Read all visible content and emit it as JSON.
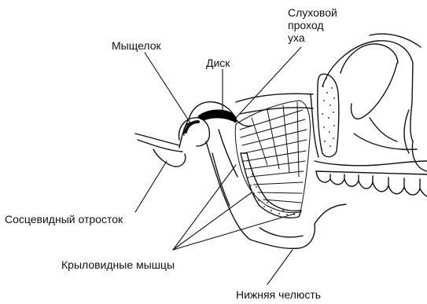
{
  "diagram": {
    "labels": {
      "condyle": "Мыщелок",
      "disc": "Диск",
      "ear_canal_line1": "Слуховой",
      "ear_canal_line2": "проход",
      "ear_canal_line3": "уха",
      "mastoid": "Сосцевидный отросток",
      "pterygoid": "Крыловидные мышцы",
      "mandible": "Нижняя челюсть"
    },
    "colors": {
      "ink": "#111111",
      "background": "#ffffff",
      "disc": "#000000"
    },
    "icons": [
      "skull-sketch"
    ]
  }
}
